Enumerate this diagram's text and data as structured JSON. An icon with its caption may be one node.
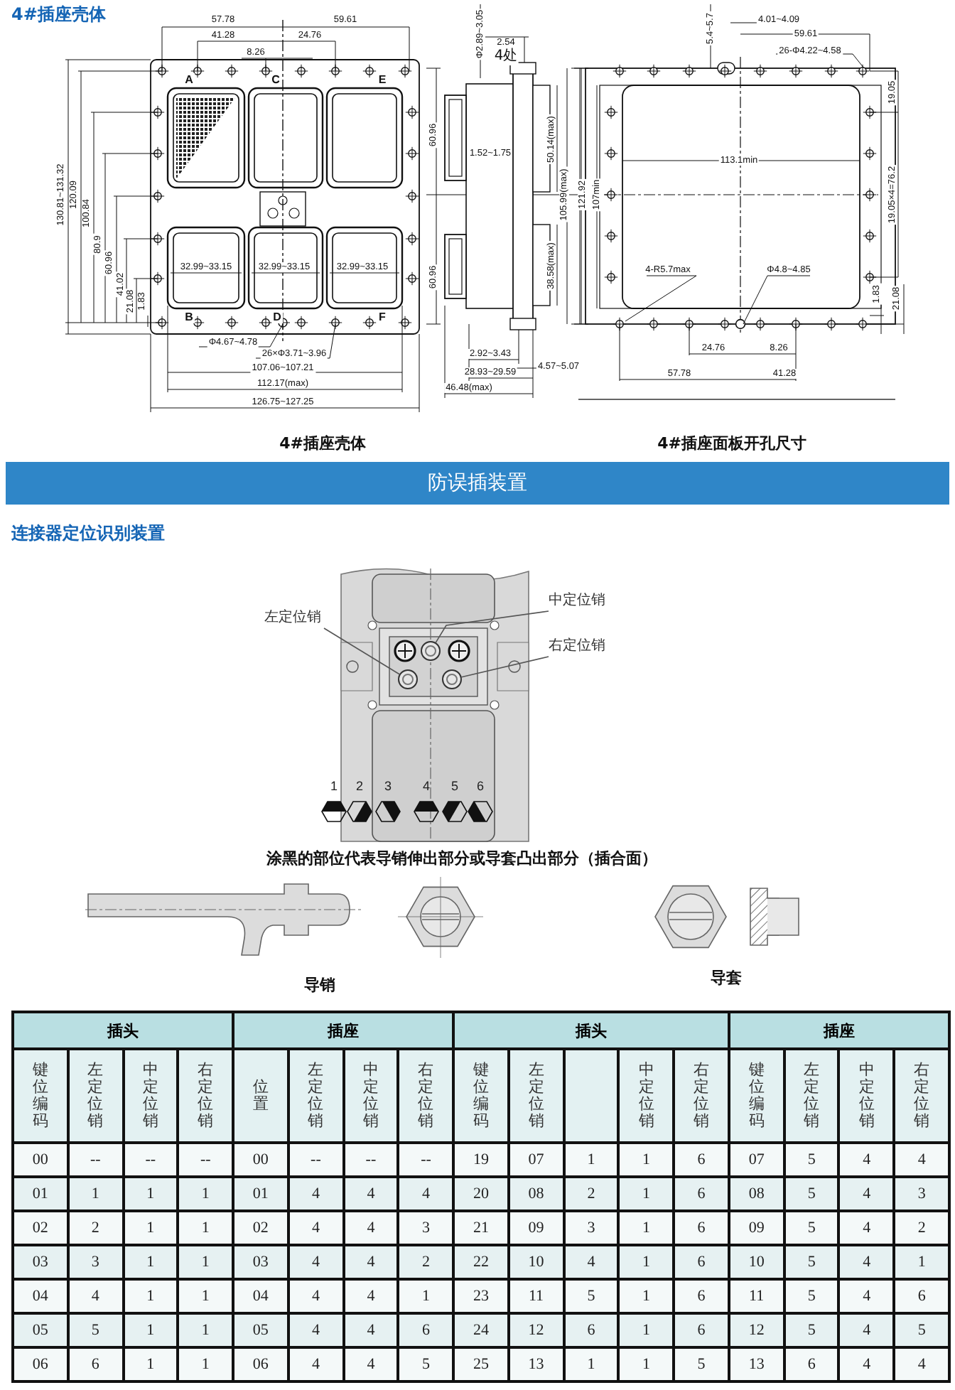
{
  "diagram": {
    "title": "4#插座壳体",
    "nodes": [
      {
        "text": [
          "左定位销"
        ]
      },
      {
        "text": [
          "中定位销"
        ]
      },
      {
        "text": [
          "右定位销"
        ]
      },
      {
        "text": [],
        "shape": "circle"
      },
      {
        "text": [],
        "shape": "circle"
      },
      {
        "text": [],
        "shape": "circle"
      }
    ],
    "edges": [
      {
        "from": 0,
        "to": 3,
        "arrow": "none"
      },
      {
        "from": 1,
        "to": 4,
        "arrow": "none"
      },
      {
        "from": 2,
        "to": 5,
        "arrow": "none"
      }
    ],
    "labels": [
      "57.78",
      "59.61",
      "41.28",
      "24.76",
      "8.26",
      "A",
      "C",
      "E",
      "B",
      "D",
      "F",
      "130.81~131.32",
      "120.09",
      "100.84",
      "80.9",
      "60.96",
      "41.02",
      "21.08",
      "1.83",
      "32.99~33.15",
      "32.99~33.15",
      "32.99~33.15",
      "Φ4.67~4.78",
      "26×Φ3.71~3.96",
      "107.06~107.21",
      "112.17(max)",
      "126.75~127.25",
      "Φ2.89~3.05",
      "2.54",
      "4处",
      "60.96",
      "60.96",
      "1.52~1.75",
      "50.14(max)",
      "105.99(max)",
      "121.92",
      "38.58(max)",
      "2.92~3.43",
      "4.57~5.07",
      "28.93~29.59",
      "46.48(max)",
      "5.4~5.7",
      "4.01~4.09",
      "59.61",
      "26-Φ4.22~4.58",
      "19.05",
      "113.1min",
      "107min",
      "19.05×4=76.2",
      "4-R5.7max",
      "Φ4.8~4.85",
      "1.83",
      "21.08",
      "24.76",
      "8.26",
      "57.78",
      "41.28",
      "4#插座壳体",
      "4#插座面板开孔尺寸",
      "防误插装置",
      "连接器定位识别装置",
      "1",
      "2",
      "3",
      "4",
      "5",
      "6",
      "涂黑的部位代表导销伸出部分或导套凸出部分（插合面）",
      "导销",
      "导套",
      "插头",
      "插座",
      "插头",
      "插座",
      "键位编码",
      "左定位销",
      "中定位销",
      "右定位销",
      "位置",
      "左定位销",
      "中定位销",
      "右定位销",
      "键位编码",
      "左定位销",
      "中定位销",
      "右定位销",
      "键位编码",
      "左定位销",
      "中定位销",
      "右定位销",
      "00",
      "--",
      "--",
      "--",
      "00",
      "--",
      "--",
      "--",
      "19",
      "07",
      "1",
      "1",
      "6",
      "07",
      "5",
      "4",
      "4",
      "01",
      "1",
      "1",
      "1",
      "01",
      "4",
      "4",
      "4",
      "20",
      "08",
      "2",
      "1",
      "6",
      "08",
      "5",
      "4",
      "3",
      "02",
      "2",
      "1",
      "1",
      "02",
      "4",
      "4",
      "3",
      "21",
      "09",
      "3",
      "1",
      "6",
      "09",
      "5",
      "4",
      "2",
      "03",
      "3",
      "1",
      "1",
      "03",
      "4",
      "4",
      "2",
      "22",
      "10",
      "4",
      "1",
      "6",
      "10",
      "5",
      "4",
      "1",
      "04",
      "4",
      "1",
      "1",
      "04",
      "4",
      "4",
      "1",
      "23",
      "11",
      "5",
      "1",
      "6",
      "11",
      "5",
      "4",
      "6",
      "05",
      "5",
      "1",
      "1",
      "05",
      "4",
      "4",
      "6",
      "24",
      "12",
      "6",
      "1",
      "6",
      "12",
      "5",
      "4",
      "5",
      "06",
      "6",
      "1",
      "1",
      "06",
      "4",
      "4",
      "5",
      "25",
      "13",
      "1",
      "1",
      "5",
      "13",
      "6",
      "4",
      "4"
    ]
  }
}
